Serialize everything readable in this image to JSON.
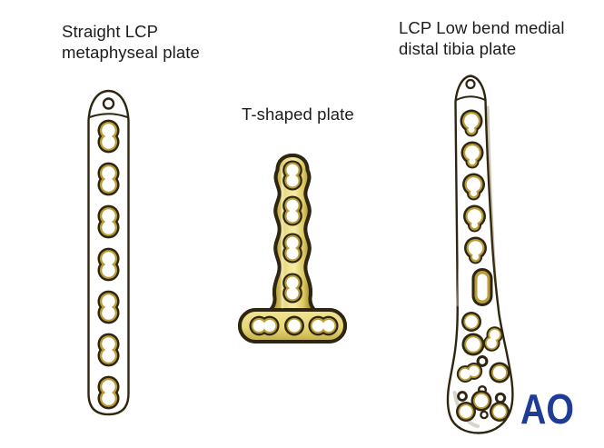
{
  "illustration": {
    "background": "#ffffff",
    "plates": [
      {
        "id": "straight-lcp-metaphyseal-plate",
        "label_lines": [
          "Straight LCP",
          "metaphyseal plate"
        ],
        "tip_holes": 1,
        "combi_holes": 7
      },
      {
        "id": "t-shaped-plate",
        "label_lines": [
          "T-shaped plate"
        ],
        "shaft_combi_holes": 4,
        "head_combi_holes": 2,
        "head_locking_holes": 1
      },
      {
        "id": "lcp-low-bend-medial-distal-tibia-plate",
        "label_lines": [
          "LCP Low bend medial",
          "distal tibia plate"
        ],
        "tip_holes": 1,
        "shaft_combi_holes": 5,
        "shaft_slots": 1,
        "distal_cluster_holes": 13
      }
    ],
    "logo": {
      "text": "AO",
      "color": "#1e3c96"
    },
    "colors": {
      "label_text": "#1c1c1e",
      "plate_outline": "#2e2611",
      "gold_dark": "#8a751f",
      "gold_mid": "#d9c252",
      "gold_highlight": "#f3e794",
      "gold_pale": "#f6edaa",
      "hole_rim": "#2e2611",
      "hole_bevel": "#b89d38",
      "hole_center": "#ffffff"
    }
  }
}
